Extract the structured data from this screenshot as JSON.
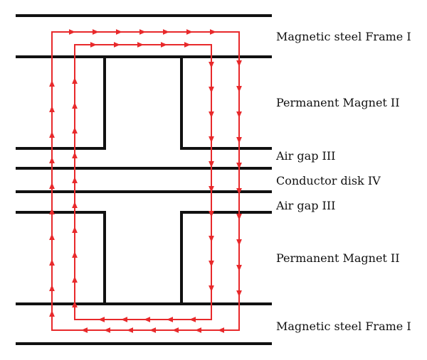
{
  "colors": {
    "structure": "#111111",
    "flux": "#e8292b",
    "background": "#ffffff"
  },
  "labels": {
    "frame_top": "Magnetic steel Frame I",
    "magnet_top": "Permanent Magnet II",
    "airgap_top": "Air gap III",
    "conductor": "Conductor disk IV",
    "airgap_bottom": "Air gap III",
    "magnet_bottom": "Permanent Magnet II",
    "frame_bottom": "Magnetic steel Frame I"
  },
  "flux_paths": [
    {
      "name": "outer-flux-loop",
      "direction": "clockwise"
    },
    {
      "name": "inner-flux-loop",
      "direction": "clockwise"
    }
  ]
}
